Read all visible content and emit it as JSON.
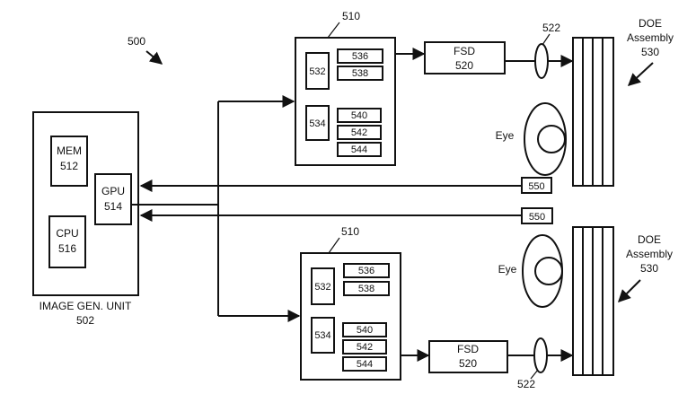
{
  "figure_ref": "500",
  "image_gen_unit": {
    "title": "IMAGE GEN. UNIT",
    "ref": "502",
    "mem": {
      "label": "MEM",
      "ref": "512"
    },
    "gpu": {
      "label": "GPU",
      "ref": "514"
    },
    "cpu": {
      "label": "CPU",
      "ref": "516"
    }
  },
  "top_channel": {
    "module_ref": "510",
    "sub_left": [
      "532",
      "534"
    ],
    "sub_right": [
      "536",
      "538",
      "540",
      "542",
      "544"
    ],
    "fsd": {
      "label": "FSD",
      "ref": "520"
    },
    "lens_ref": "522",
    "doe": {
      "line1": "DOE",
      "line2": "Assembly",
      "ref": "530"
    },
    "eye_label": "Eye",
    "sensor_ref": "550"
  },
  "bottom_channel": {
    "module_ref": "510",
    "sub_left": [
      "532",
      "534"
    ],
    "sub_right": [
      "536",
      "538",
      "540",
      "542",
      "544"
    ],
    "fsd": {
      "label": "FSD",
      "ref": "520"
    },
    "lens_ref": "522",
    "doe": {
      "line1": "DOE",
      "line2": "Assembly",
      "ref": "530"
    },
    "eye_label": "Eye",
    "sensor_ref": "550"
  }
}
